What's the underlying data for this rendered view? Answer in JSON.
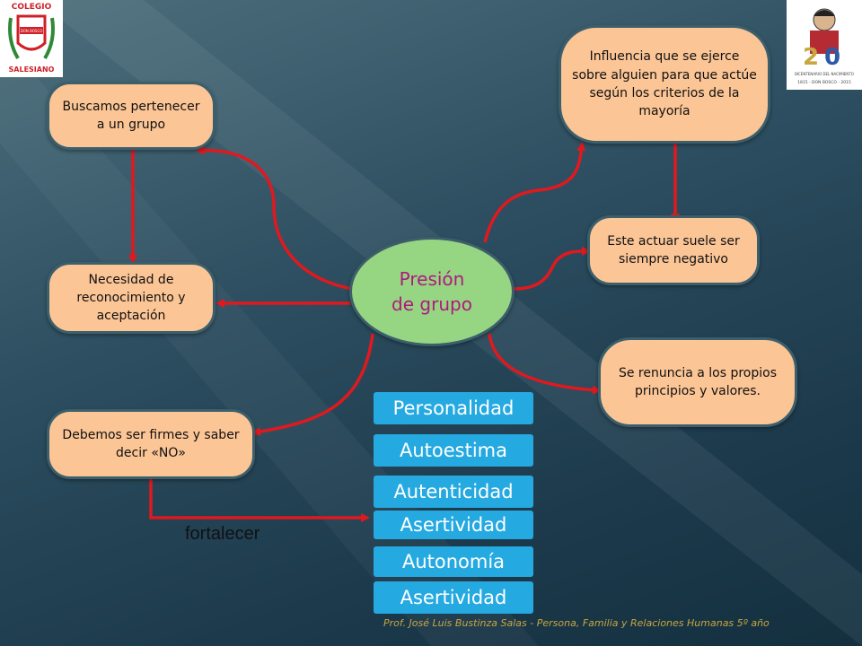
{
  "center": {
    "line1": "Presión",
    "line2": "de grupo"
  },
  "nodes": {
    "pertenecer": "Buscamos pertenecer a un grupo",
    "reconocimiento": "Necesidad de reconocimiento y aceptación",
    "firmes": "Debemos ser firmes y saber decir «NO»",
    "influencia": "Influencia que se ejerce sobre alguien para que actúe según los criterios de la mayoría",
    "negativo": "Este actuar suele ser siempre negativo",
    "renuncia": "Se renuncia a los propios principios y valores."
  },
  "pills": [
    "Personalidad",
    "Autoestima",
    "Autenticidad",
    "Asertividad",
    "Autonomía",
    "Asertividad"
  ],
  "label_fortalecer": "fortalecer",
  "footer": "Prof. José Luis Bustinza Salas - Persona, Familia y Relaciones Humanas 5º año",
  "logos": {
    "left_top": "COLEGIO",
    "left_bottom": "SALESIANO",
    "left_shield": "DON BOSCO",
    "right_caption": "BICENTENARIO DEL NACIMIENTO",
    "right_years": "1815 - DON BOSCO - 2015"
  },
  "colors": {
    "node_fill": "#fbc596",
    "center_fill": "#96d581",
    "arrow": "#e0191f",
    "pill": "#25a9e1",
    "center_text": "#b0197f"
  }
}
